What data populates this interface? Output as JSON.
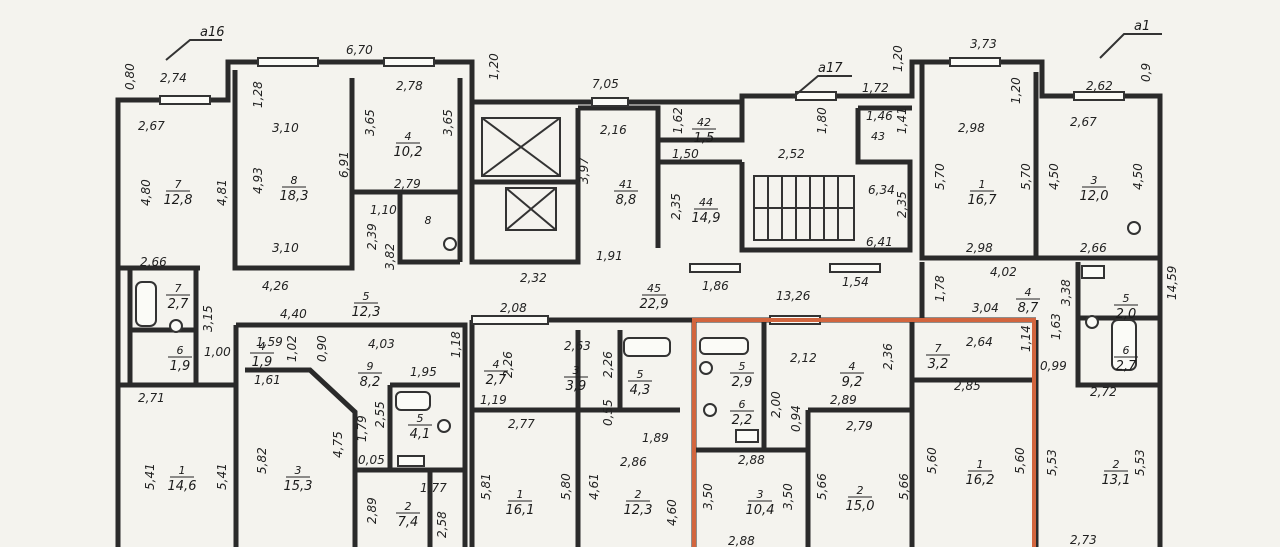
{
  "colors": {
    "wall": "#2a2a2a",
    "paper": "#f4f3ee",
    "highlight": "#d2653e"
  },
  "sections": {
    "left": "а16",
    "center": "а17",
    "right": "а1"
  },
  "dimensions": [
    {
      "id": "d01",
      "t": "6,70"
    },
    {
      "id": "d02",
      "t": "2,74"
    },
    {
      "id": "d03",
      "t": "0,80"
    },
    {
      "id": "d04",
      "t": "1,20"
    },
    {
      "id": "d05",
      "t": "2,67"
    },
    {
      "id": "d06",
      "t": "1,28"
    },
    {
      "id": "d07",
      "t": "3,10"
    },
    {
      "id": "d08",
      "t": "2,78"
    },
    {
      "id": "d09",
      "t": "3,65"
    },
    {
      "id": "d10",
      "t": "3,65"
    },
    {
      "id": "d11",
      "t": "4,80"
    },
    {
      "id": "d12",
      "t": "4,81"
    },
    {
      "id": "d13",
      "t": "4,93"
    },
    {
      "id": "d14",
      "t": "6,91"
    },
    {
      "id": "d15",
      "t": "3,10"
    },
    {
      "id": "d16",
      "t": "2,79"
    },
    {
      "id": "d17",
      "t": "1,10"
    },
    {
      "id": "d18",
      "t": "2,39"
    },
    {
      "id": "d19",
      "t": "3,82"
    },
    {
      "id": "d20",
      "t": "2,66"
    },
    {
      "id": "d21",
      "t": "4,26"
    },
    {
      "id": "d22",
      "t": "3,15"
    },
    {
      "id": "d23",
      "t": "4,40"
    },
    {
      "id": "d24",
      "t": "1,00"
    },
    {
      "id": "d25",
      "t": "1,59"
    },
    {
      "id": "d26",
      "t": "1,02"
    },
    {
      "id": "d27",
      "t": "0,90"
    },
    {
      "id": "d28",
      "t": "4,03"
    },
    {
      "id": "d29",
      "t": "1,18"
    },
    {
      "id": "d30",
      "t": "1,61"
    },
    {
      "id": "d31",
      "t": "1,95"
    },
    {
      "id": "d32",
      "t": "2,71"
    },
    {
      "id": "d33",
      "t": "2,55"
    },
    {
      "id": "d34",
      "t": "1,79"
    },
    {
      "id": "d35",
      "t": "0,05"
    },
    {
      "id": "d36",
      "t": "5,41"
    },
    {
      "id": "d37",
      "t": "5,41"
    },
    {
      "id": "d38",
      "t": "5,82"
    },
    {
      "id": "d39",
      "t": "4,75"
    },
    {
      "id": "d40",
      "t": "1,77"
    },
    {
      "id": "d41",
      "t": "2,89"
    },
    {
      "id": "d42",
      "t": "2,58"
    },
    {
      "id": "d43",
      "t": "7,05"
    },
    {
      "id": "d44",
      "t": "1,62"
    },
    {
      "id": "d45",
      "t": "1,50"
    },
    {
      "id": "d46",
      "t": "2,16"
    },
    {
      "id": "d47",
      "t": "3,97"
    },
    {
      "id": "d48",
      "t": "2,52"
    },
    {
      "id": "d49",
      "t": "1,80"
    },
    {
      "id": "d50",
      "t": "2,35"
    },
    {
      "id": "d51",
      "t": "1,91"
    },
    {
      "id": "d52",
      "t": "2,32"
    },
    {
      "id": "d53",
      "t": "1,86"
    },
    {
      "id": "d54",
      "t": "13,26"
    },
    {
      "id": "d55",
      "t": "1,54"
    },
    {
      "id": "d56",
      "t": "2,08"
    },
    {
      "id": "d57",
      "t": "1,46"
    },
    {
      "id": "d58",
      "t": "1,41"
    },
    {
      "id": "d59",
      "t": "1,72"
    },
    {
      "id": "d60",
      "t": "6,34"
    },
    {
      "id": "d61",
      "t": "2,35"
    },
    {
      "id": "d62",
      "t": "6,41"
    },
    {
      "id": "d63",
      "t": "3,73"
    },
    {
      "id": "d64",
      "t": "1,20"
    },
    {
      "id": "d65",
      "t": "1,20"
    },
    {
      "id": "d66",
      "t": "2,62"
    },
    {
      "id": "d67",
      "t": "0,9"
    },
    {
      "id": "d68",
      "t": "2,98"
    },
    {
      "id": "d69",
      "t": "2,67"
    },
    {
      "id": "d70",
      "t": "5,70"
    },
    {
      "id": "d71",
      "t": "5,70"
    },
    {
      "id": "d72",
      "t": "4,50"
    },
    {
      "id": "d73",
      "t": "4,50"
    },
    {
      "id": "d74",
      "t": "2,98"
    },
    {
      "id": "d75",
      "t": "2,66"
    },
    {
      "id": "d76",
      "t": "4,02"
    },
    {
      "id": "d77",
      "t": "1,78"
    },
    {
      "id": "d78",
      "t": "3,38"
    },
    {
      "id": "d79",
      "t": "3,04"
    },
    {
      "id": "d80",
      "t": "14,59"
    },
    {
      "id": "d81",
      "t": "1,63"
    },
    {
      "id": "d82",
      "t": "0,99"
    },
    {
      "id": "d83",
      "t": "2,64"
    },
    {
      "id": "d84",
      "t": "1,14"
    },
    {
      "id": "d85",
      "t": "2,85"
    },
    {
      "id": "d86",
      "t": "2,72"
    },
    {
      "id": "d87",
      "t": "5,53"
    },
    {
      "id": "d88",
      "t": "5,53"
    },
    {
      "id": "d89",
      "t": "5,60"
    },
    {
      "id": "d90",
      "t": "5,60"
    },
    {
      "id": "d91",
      "t": "2,73"
    },
    {
      "id": "d92",
      "t": "2,12"
    },
    {
      "id": "d93",
      "t": "2,36"
    },
    {
      "id": "d94",
      "t": "2,89"
    },
    {
      "id": "d95",
      "t": "2,88"
    },
    {
      "id": "d96",
      "t": "0,94"
    },
    {
      "id": "d97",
      "t": "2,00"
    },
    {
      "id": "d98",
      "t": "2,79"
    },
    {
      "id": "d99",
      "t": "5,66"
    },
    {
      "id": "d100",
      "t": "5,66"
    },
    {
      "id": "d101",
      "t": "3,50"
    },
    {
      "id": "d102",
      "t": "3,50"
    },
    {
      "id": "d103",
      "t": "2,88"
    },
    {
      "id": "d104",
      "t": "2,63"
    },
    {
      "id": "d105",
      "t": "2,26"
    },
    {
      "id": "d106",
      "t": "2,26"
    },
    {
      "id": "d107",
      "t": "1,19"
    },
    {
      "id": "d108",
      "t": "2,77"
    },
    {
      "id": "d109",
      "t": "5,81"
    },
    {
      "id": "d110",
      "t": "5,80"
    },
    {
      "id": "d111",
      "t": "0,55"
    },
    {
      "id": "d112",
      "t": "1,89"
    },
    {
      "id": "d113",
      "t": "2,86"
    },
    {
      "id": "d114",
      "t": "4,61"
    },
    {
      "id": "d115",
      "t": "4,60"
    }
  ],
  "rooms": [
    {
      "id": "r01",
      "n": "7",
      "a": "12,8"
    },
    {
      "id": "r02",
      "n": "8",
      "a": "18,3"
    },
    {
      "id": "r03",
      "n": "4",
      "a": "10,2"
    },
    {
      "id": "r04",
      "n": "8",
      "a": ""
    },
    {
      "id": "r05",
      "n": "7",
      "a": "2,7"
    },
    {
      "id": "r06",
      "n": "6",
      "a": "1,9"
    },
    {
      "id": "r07",
      "n": "5",
      "a": "12,3"
    },
    {
      "id": "r08",
      "n": "4",
      "a": "1,9"
    },
    {
      "id": "r09",
      "n": "9",
      "a": "8,2"
    },
    {
      "id": "r10",
      "n": "5",
      "a": "4,1"
    },
    {
      "id": "r11",
      "n": "1",
      "a": "14,6"
    },
    {
      "id": "r12",
      "n": "3",
      "a": "15,3"
    },
    {
      "id": "r13",
      "n": "2",
      "a": "7,4"
    },
    {
      "id": "r14",
      "n": "42",
      "a": "1,5"
    },
    {
      "id": "r15",
      "n": "41",
      "a": "8,8"
    },
    {
      "id": "r16",
      "n": "43",
      "a": ""
    },
    {
      "id": "r17",
      "n": "44",
      "a": "14,9"
    },
    {
      "id": "r18",
      "n": "45",
      "a": "22,9"
    },
    {
      "id": "r19",
      "n": "1",
      "a": "16,7"
    },
    {
      "id": "r20",
      "n": "3",
      "a": "12,0"
    },
    {
      "id": "r21",
      "n": "4",
      "a": "8,7"
    },
    {
      "id": "r22",
      "n": "5",
      "a": "2,0"
    },
    {
      "id": "r23",
      "n": "6",
      "a": "2,7"
    },
    {
      "id": "r24",
      "n": "7",
      "a": "3,2"
    },
    {
      "id": "r25",
      "n": "1",
      "a": "16,2"
    },
    {
      "id": "r26",
      "n": "2",
      "a": "13,1"
    },
    {
      "id": "r27",
      "n": "4",
      "a": "9,2"
    },
    {
      "id": "r28",
      "n": "5",
      "a": "2,9"
    },
    {
      "id": "r29",
      "n": "6",
      "a": "2,2"
    },
    {
      "id": "r30",
      "n": "2",
      "a": "15,0"
    },
    {
      "id": "r31",
      "n": "3",
      "a": "10,4"
    },
    {
      "id": "r32",
      "n": "4",
      "a": "2,7"
    },
    {
      "id": "r33",
      "n": "3",
      "a": "3,9"
    },
    {
      "id": "r34",
      "n": "5",
      "a": "4,3"
    },
    {
      "id": "r35",
      "n": "1",
      "a": "16,1"
    },
    {
      "id": "r36",
      "n": "2",
      "a": "12,3"
    }
  ]
}
